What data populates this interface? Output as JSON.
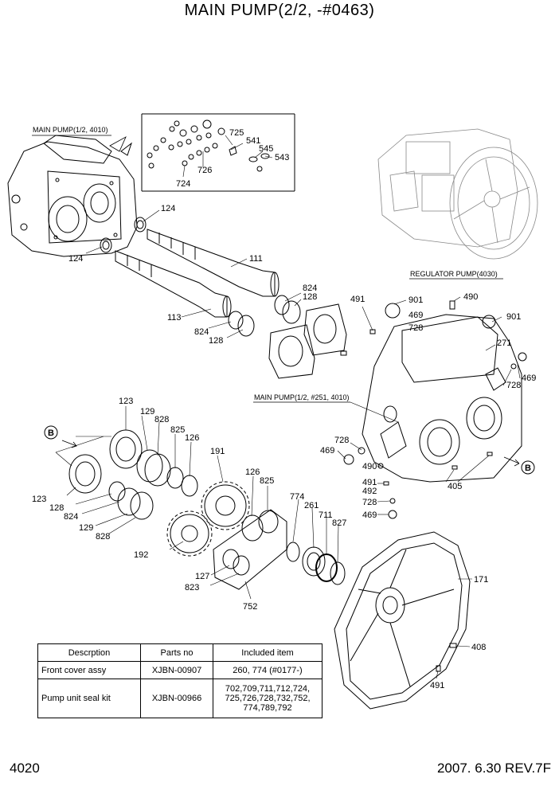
{
  "title": "MAIN PUMP(2/2, -#0463)",
  "footer": {
    "page": "4020",
    "revision": "2007. 6.30 REV.7F"
  },
  "callouts": {
    "main_pump_1_2_4010": "MAIN PUMP(1/2, 4010)",
    "main_pump_1_2_251_4010": "MAIN PUMP(1/2, #251, 4010)",
    "regulator_pump_4030": "REGULATOR PUMP(4030)",
    "view_b_left": "B",
    "view_b_right": "B"
  },
  "part_numbers": {
    "p725": "725",
    "p541": "541",
    "p545": "545",
    "p543": "543",
    "p726": "726",
    "p724": "724",
    "p124a": "124",
    "p124b": "124",
    "p111": "111",
    "p113": "113",
    "p824a": "824",
    "p128a": "128",
    "p824b": "824",
    "p128b": "128",
    "p491a": "491",
    "p901a": "901",
    "p469a": "469",
    "p728a": "728",
    "p490a": "490",
    "p901b": "901",
    "p271": "271",
    "p469b": "469",
    "p728b": "728",
    "p123a": "123",
    "p129a": "129",
    "p828a": "828",
    "p825a": "825",
    "p126a": "126",
    "p123b": "123",
    "p128c": "128",
    "p824c": "824",
    "p129b": "129",
    "p828b": "828",
    "p191": "191",
    "p126b": "126",
    "p825b": "825",
    "p192": "192",
    "p774": "774",
    "p261": "261",
    "p711": "711",
    "p827": "827",
    "p127": "127",
    "p823": "823",
    "p752": "752",
    "p728c": "728",
    "p469c": "469",
    "p490b": "490",
    "p491b": "491",
    "p492": "492",
    "p728d": "728",
    "p469d": "469",
    "p405": "405",
    "p171": "171",
    "p408": "408",
    "p491c": "491"
  },
  "table": {
    "headers": [
      "Descrption",
      "Parts no",
      "Included item"
    ],
    "rows": [
      {
        "description": "Front cover assy",
        "parts_no": "XJBN-00907",
        "included": "260, 774 (#0177-)"
      },
      {
        "description": "Pump unit seal kit",
        "parts_no": "XJBN-00966",
        "included_lines": [
          "702,709,711,712,724,",
          "725,726,728,732,752,",
          "774,789,792"
        ]
      }
    ]
  }
}
